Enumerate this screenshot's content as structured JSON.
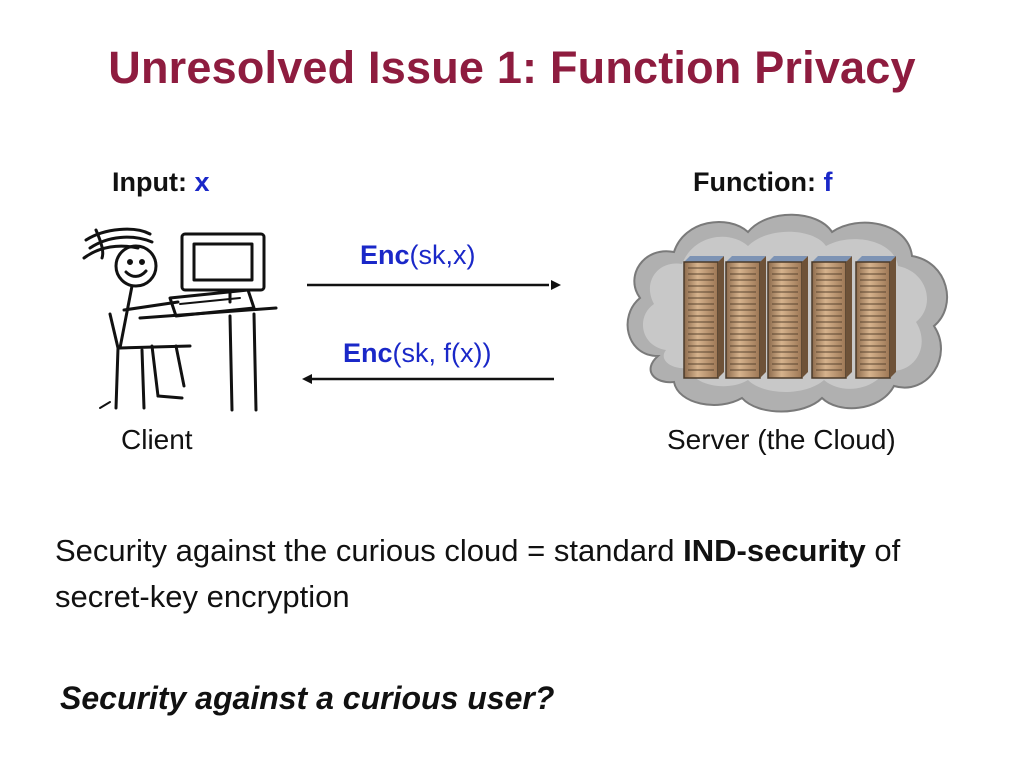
{
  "title": "Unresolved Issue 1: Function Privacy",
  "input": {
    "label": "Input:",
    "var": "x"
  },
  "function": {
    "label": "Function:",
    "var": "f"
  },
  "messages": [
    {
      "bold": "Enc",
      "rest": "(sk,x)",
      "direction": "client-to-server"
    },
    {
      "bold": "Enc",
      "rest": "(sk, f(x))",
      "direction": "server-to-client"
    }
  ],
  "client_caption": "Client",
  "server_caption": "Server (the Cloud)",
  "paragraph": {
    "part1": "Security against the curious cloud = standard ",
    "bold": "IND-security",
    "part2": " of secret-key encryption"
  },
  "question": "Security against a curious user?",
  "colors": {
    "title": "#8e1c3f",
    "accent_blue": "#1a28c8",
    "cloud": "#b4b4b4",
    "server_fill": "#c8a27c"
  },
  "icons": [
    "client-drawing-icon",
    "cloud-server-icon"
  ]
}
